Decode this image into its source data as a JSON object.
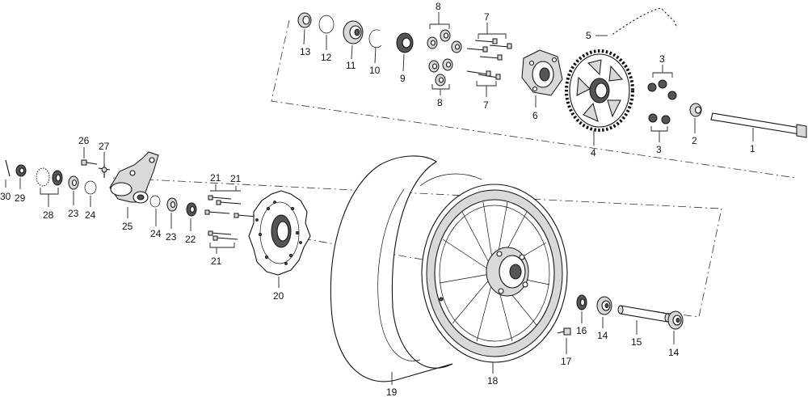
{
  "diagram": {
    "labels": {
      "l1": "1",
      "l2": "2",
      "l3a": "3",
      "l3b": "3",
      "l4": "4",
      "l5": "5",
      "l6": "6",
      "l7a": "7",
      "l7b": "7",
      "l8a": "8",
      "l8b": "8",
      "l9": "9",
      "l10": "10",
      "l11": "11",
      "l12": "12",
      "l13": "13",
      "l14a": "14",
      "l14b": "14",
      "l15": "15",
      "l16": "16",
      "l17": "17",
      "l18": "18",
      "l19": "19",
      "l20": "20",
      "l21a": "21",
      "l21b": "21",
      "l21c": "21",
      "l22": "22",
      "l23a": "23",
      "l23b": "23",
      "l24a": "24",
      "l24b": "24",
      "l25": "25",
      "l26": "26",
      "l27": "27",
      "l28": "28",
      "l29": "29",
      "l30": "30"
    }
  }
}
